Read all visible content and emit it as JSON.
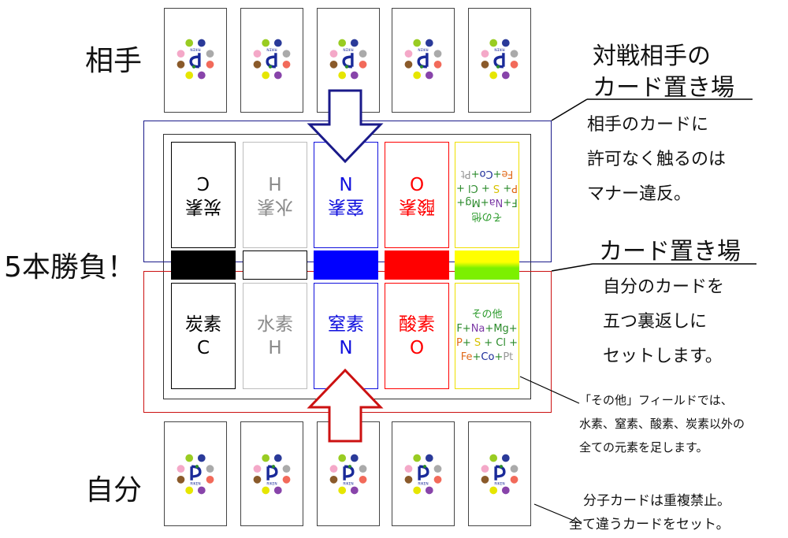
{
  "labels": {
    "opponent": "相手",
    "self": "自分",
    "best_of": "5本勝負！"
  },
  "opponent_area": {
    "title_line1": "対戦相手の",
    "title_line2": "カード置き場",
    "note_lines": [
      "相手のカードに",
      "許可なく触るのは",
      "マナー違反。"
    ]
  },
  "self_area": {
    "title": "カード置き場",
    "note_lines": [
      "自分のカードを",
      "五つ裏返しに",
      "セットします。"
    ]
  },
  "other_note_lines": [
    "「その他」フィールドでは、",
    "水素、窒素、酸素、炭素以外の",
    "全ての元素を足します。"
  ],
  "molecule_note_lines": [
    "分子カードは重複禁止。",
    "全て違うカードをセット。"
  ],
  "fields": [
    {
      "name": "炭素",
      "symbol": "C",
      "color": "#000000"
    },
    {
      "name": "水素",
      "symbol": "H",
      "color": "#9a9a9a"
    },
    {
      "name": "窒素",
      "symbol": "N",
      "color": "#1010dd"
    },
    {
      "name": "酸素",
      "symbol": "O",
      "color": "#ff0000"
    }
  ],
  "other_field": {
    "title": "その他",
    "line1": [
      {
        "t": "F",
        "c": "#2a8a2a"
      },
      {
        "t": "+",
        "c": "#2a8a2a"
      },
      {
        "t": "Na",
        "c": "#7c3aa6"
      },
      {
        "t": "+",
        "c": "#2a8a2a"
      },
      {
        "t": "Mg",
        "c": "#2a8a2a"
      },
      {
        "t": "+",
        "c": "#2a8a2a"
      }
    ],
    "line2": [
      {
        "t": "P",
        "c": "#e06a1a"
      },
      {
        "t": "+ ",
        "c": "#2a8a2a"
      },
      {
        "t": "S",
        "c": "#d8c200"
      },
      {
        "t": " + ",
        "c": "#2a8a2a"
      },
      {
        "t": "Cl",
        "c": "#2a8a2a"
      },
      {
        "t": " +",
        "c": "#2a8a2a"
      }
    ],
    "line3": [
      {
        "t": "Fe",
        "c": "#e06a1a"
      },
      {
        "t": "+",
        "c": "#2a8a2a"
      },
      {
        "t": "Co",
        "c": "#1a2a99"
      },
      {
        "t": "+",
        "c": "#2a8a2a"
      },
      {
        "t": "Pt",
        "c": "#999999"
      }
    ],
    "title_color": "#2a9a2a",
    "border_color": "#f0e000"
  },
  "card_back_logo": "RIKEN",
  "colors": {
    "opponent_zone": "#1a1a8a",
    "self_zone": "#cc1111",
    "bar_black": "#000000",
    "bar_white": "#ffffff",
    "bar_blue": "#0000ff",
    "bar_red": "#ff0000",
    "bar_yellow_top": "#ffff00",
    "bar_green": "#7cf000"
  }
}
